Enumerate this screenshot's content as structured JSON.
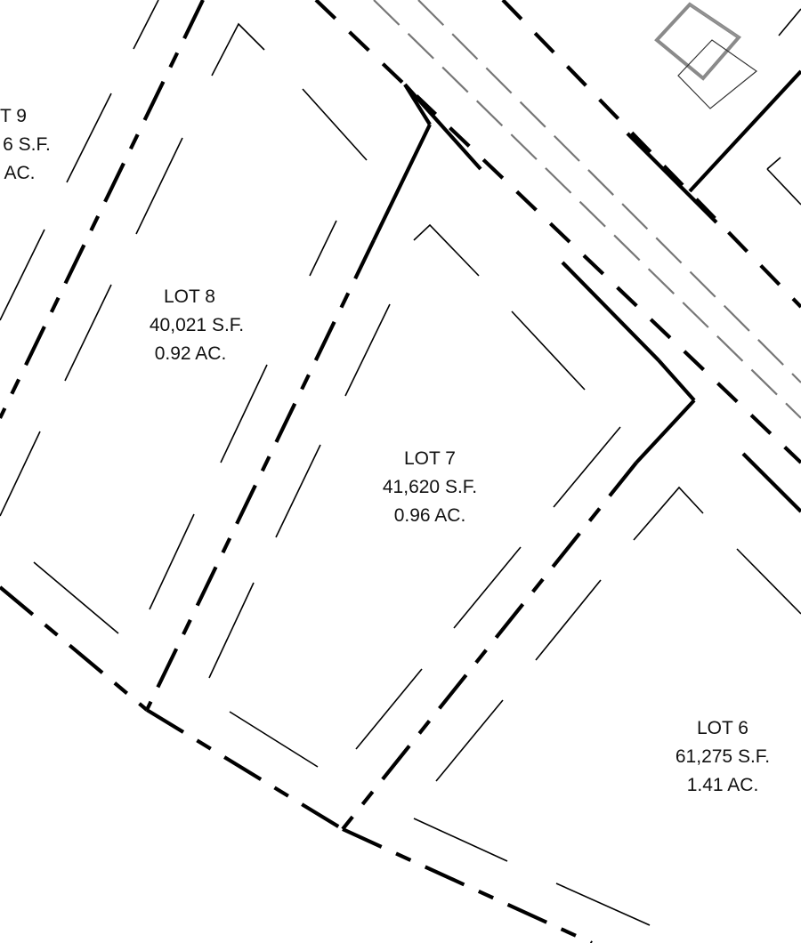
{
  "lots": [
    {
      "id": "lot9",
      "lines": [
        "T 9",
        "6 S.F.",
        "AC."
      ]
    },
    {
      "id": "lot8",
      "lines": [
        "LOT 8",
        "40,021 S.F.",
        "0.92 AC."
      ]
    },
    {
      "id": "lot7",
      "lines": [
        "LOT 7",
        "41,620 S.F.",
        "0.96 AC."
      ]
    },
    {
      "id": "lot6",
      "lines": [
        "LOT 6",
        "61,275 S.F.",
        "1.41 AC."
      ]
    }
  ],
  "colors": {
    "line": "#000000",
    "easement": "#777777",
    "structure": "#8a8a8a"
  }
}
